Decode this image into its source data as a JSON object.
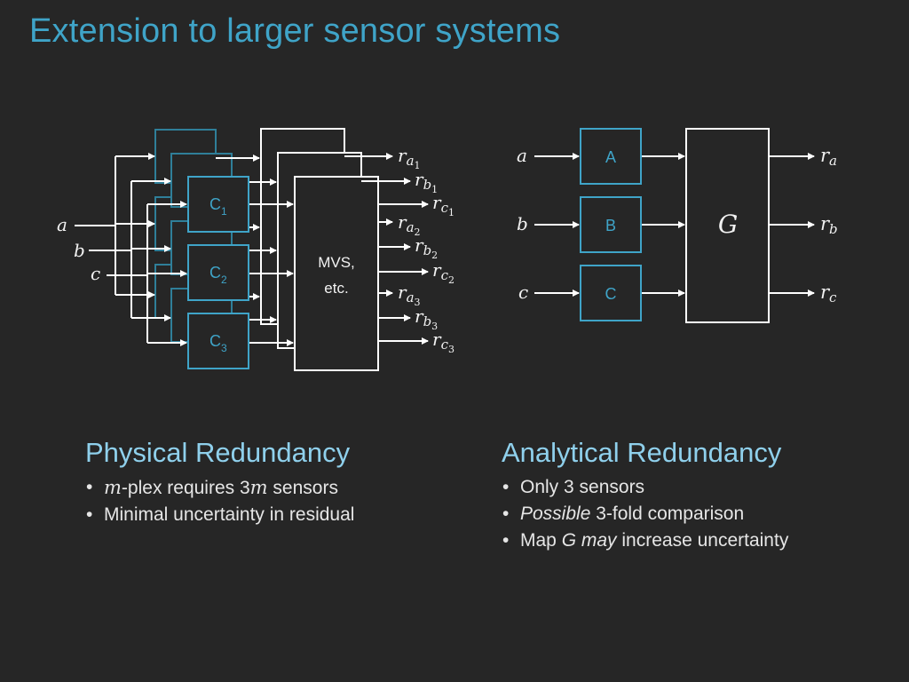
{
  "slide": {
    "title": "Extension to larger sensor systems"
  },
  "left_diagram": {
    "inputs": [
      "a",
      "b",
      "c"
    ],
    "boxes": [
      {
        "main": "C",
        "sub": "1"
      },
      {
        "main": "C",
        "sub": "2"
      },
      {
        "main": "C",
        "sub": "3"
      }
    ],
    "mvs_line1": "MVS,",
    "mvs_line2": "etc.",
    "outputs": [
      {
        "r": "r",
        "s": "a",
        "n": "1"
      },
      {
        "r": "r",
        "s": "b",
        "n": "1"
      },
      {
        "r": "r",
        "s": "c",
        "n": "1"
      },
      {
        "r": "r",
        "s": "a",
        "n": "2"
      },
      {
        "r": "r",
        "s": "b",
        "n": "2"
      },
      {
        "r": "r",
        "s": "c",
        "n": "2"
      },
      {
        "r": "r",
        "s": "a",
        "n": "3"
      },
      {
        "r": "r",
        "s": "b",
        "n": "3"
      },
      {
        "r": "r",
        "s": "c",
        "n": "3"
      }
    ]
  },
  "right_diagram": {
    "inputs": [
      "a",
      "b",
      "c"
    ],
    "boxes": [
      "A",
      "B",
      "C"
    ],
    "map_label": "G",
    "outputs": [
      {
        "r": "r",
        "s": "a"
      },
      {
        "r": "r",
        "s": "b"
      },
      {
        "r": "r",
        "s": "c"
      }
    ]
  },
  "physical": {
    "heading": "Physical Redundancy",
    "b1_var": "m",
    "b1_mid": "-plex requires 3",
    "b1_var2": "m",
    "b1_end": " sensors",
    "b2": "Minimal uncertainty in residual"
  },
  "analytical": {
    "heading": "Analytical Redundancy",
    "b1": "Only 3 sensors",
    "b2_em": "Possible",
    "b2_rest": " 3-fold comparison",
    "b3_pre": "Map ",
    "b3_g": "G",
    "b3_may": " may",
    "b3_rest": " increase uncertainty"
  },
  "colors": {
    "background": "#262626",
    "accent": "#3fa4c8",
    "heading": "#8fd0ec",
    "line": "#ffffff"
  }
}
